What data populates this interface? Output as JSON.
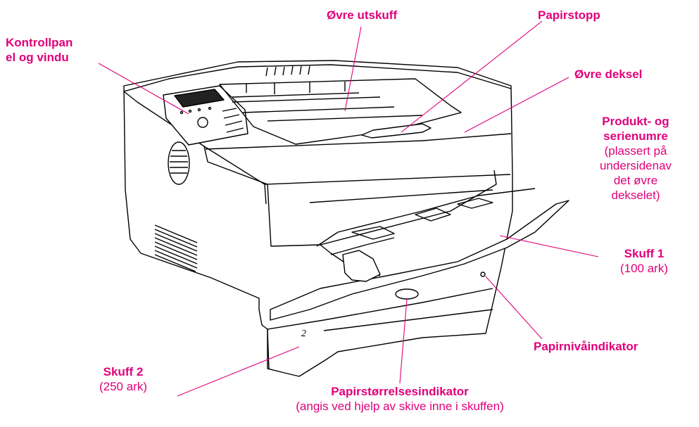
{
  "labels": {
    "control_panel": {
      "line1": "Kontrollpan",
      "line2": "el og vindu"
    },
    "upper_output_bin": "Øvre utskuff",
    "paper_stop": "Papirstopp",
    "upper_cover": "Øvre deksel",
    "serial_numbers": {
      "title1": "Produkt- og",
      "title2": "serienumre",
      "note1": "(plassert på",
      "note2": "undersidenav",
      "note3": "det øvre",
      "note4": "dekselet)"
    },
    "tray1": {
      "title": "Skuff 1",
      "note": "(100 ark)"
    },
    "paper_level_indicator": "Papirnivåindikator",
    "tray2": {
      "title": "Skuff 2",
      "note": "(250 ark)"
    },
    "paper_size_indicator": {
      "title": "Papirstørrelsesindikator",
      "note": "(angis ved hjelp av skive inne i skuffen)"
    }
  },
  "tray2_number": "2",
  "colors": {
    "label": "#e0007a",
    "line_art": "#000000",
    "leader": "#e0007a"
  }
}
